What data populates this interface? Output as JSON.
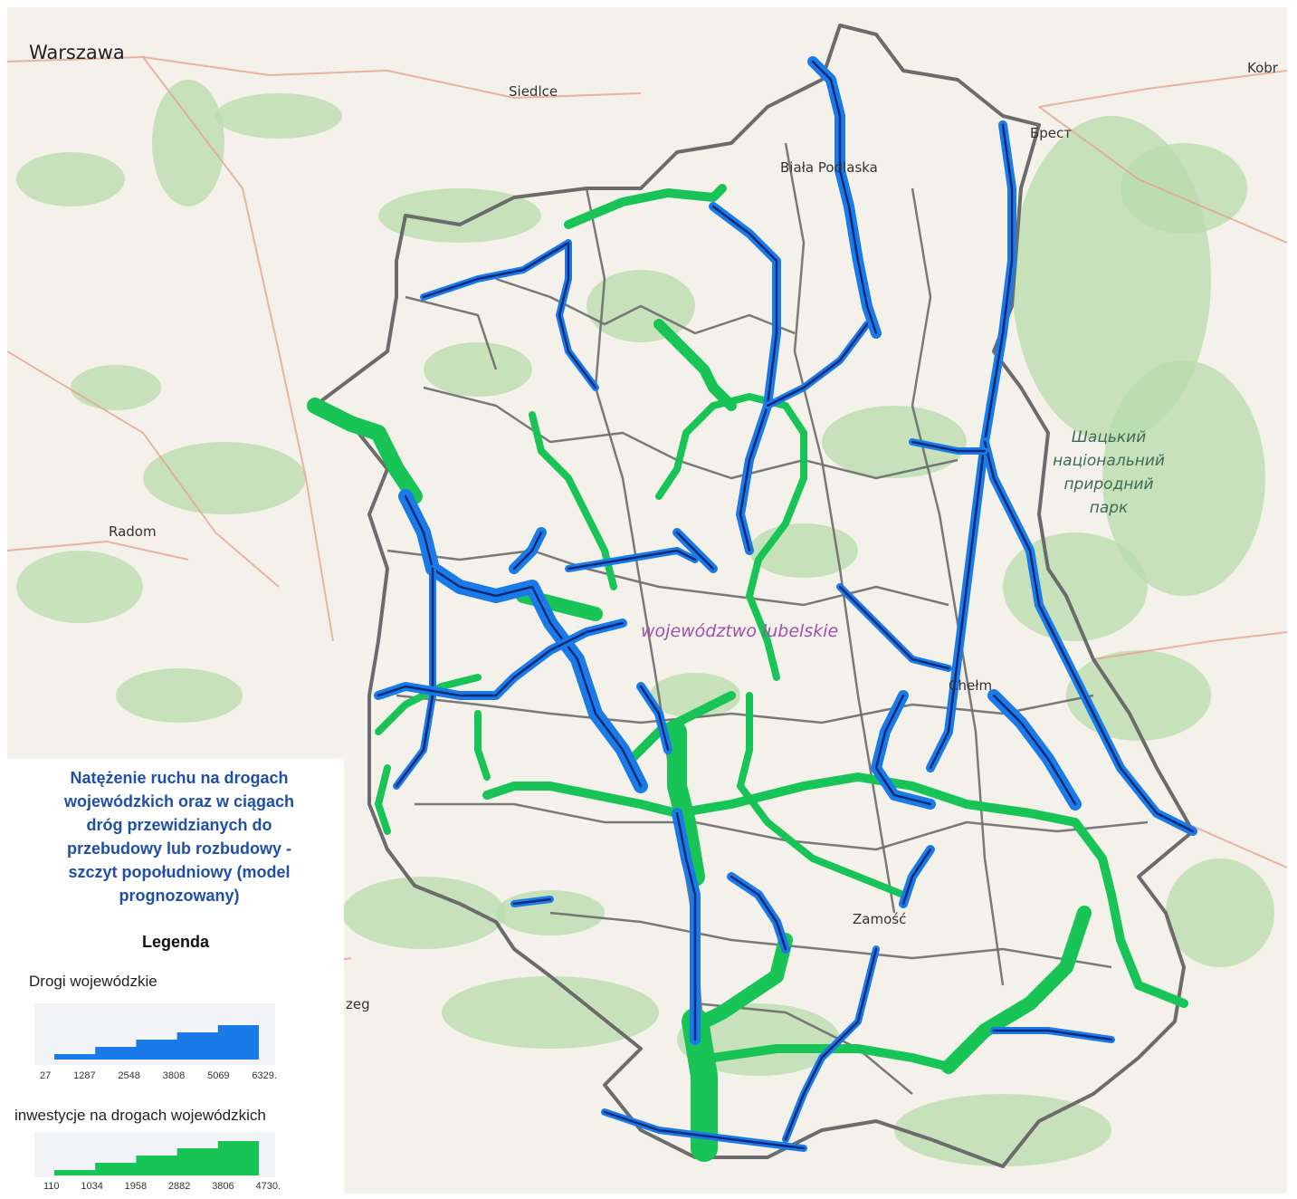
{
  "map": {
    "places": [
      {
        "id": "warszawa",
        "label": "Warszawa"
      },
      {
        "id": "siedlce",
        "label": "Siedlce"
      },
      {
        "id": "kobrin",
        "label": "Kobr"
      },
      {
        "id": "brest",
        "label": "Брест"
      },
      {
        "id": "biala",
        "label": "Biała Podlaska"
      },
      {
        "id": "radom",
        "label": "Radom"
      },
      {
        "id": "chelm",
        "label": "Chełm"
      },
      {
        "id": "zamosc",
        "label": "Zamość"
      },
      {
        "id": "zeg",
        "label": "zeg"
      }
    ],
    "region_label": "województwo lubelskie",
    "park_label": [
      "Шацький",
      "національний",
      "природний",
      "парк"
    ],
    "colors": {
      "existing_road": "#1a7be8",
      "investment_road": "#19c457",
      "road_core": "#0d2a78",
      "boundary": "#6b6b6b",
      "forest": "#b8dbab"
    }
  },
  "legend": {
    "title": [
      "Natężenie ruchu na drogach",
      "wojewódzkich oraz w ciągach",
      "dróg przewidzianych do",
      "przebudowy lub rozbudowy -",
      "szczyt popołudniowy (model",
      "prognozowany)"
    ],
    "heading": "Legenda",
    "existing": {
      "label": "Drogi wojewódzkie",
      "ticks": [
        "27",
        "1287",
        "2548",
        "3808",
        "5069",
        "6329."
      ],
      "color": "#1a7be8"
    },
    "investment": {
      "label": "inwestycje na drogach wojewódzkich",
      "ticks": [
        "110",
        "1034",
        "1958",
        "2882",
        "3806",
        "4730."
      ],
      "color": "#19c457"
    }
  }
}
